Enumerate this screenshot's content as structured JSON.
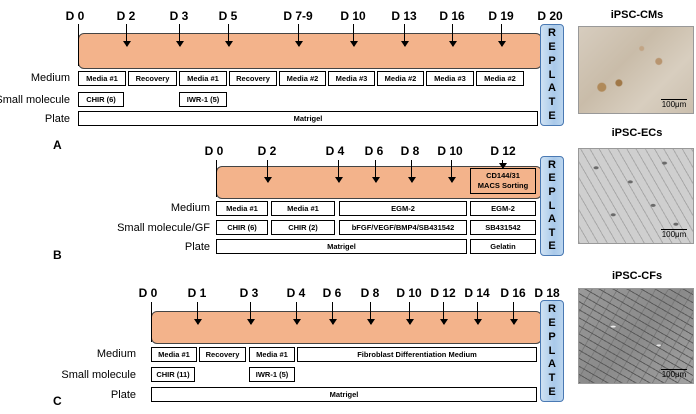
{
  "panels": [
    {
      "id": "A",
      "days": [
        "D 0",
        "D 2",
        "D 3",
        "D 5",
        "D 7-9",
        "D 10",
        "D 13",
        "D 16",
        "D 19",
        "D 20"
      ],
      "replate": [
        "R",
        "E",
        "P",
        "L",
        "A",
        "T",
        "E"
      ],
      "labels": [
        "Medium",
        "Small molecule",
        "Plate"
      ],
      "medium": [
        "Media #1",
        "Recovery",
        "Media #1",
        "Recovery",
        "Media #2",
        "Media #3",
        "Media #2",
        "Media #3",
        "Media #2"
      ],
      "small_molecule": [
        "CHIR (6)",
        "IWR-1 (5)"
      ],
      "plate": [
        "Matrigel"
      ],
      "image_title": "iPSC-CMs",
      "scale": "100μm"
    },
    {
      "id": "B",
      "days": [
        "D 0",
        "D 2",
        "D 4",
        "D 6",
        "D 8",
        "D 10",
        "D 12"
      ],
      "sorting": [
        "CD144/31",
        "MACS Sorting"
      ],
      "replate": [
        "R",
        "E",
        "P",
        "L",
        "A",
        "T",
        "E"
      ],
      "labels": [
        "Medium",
        "Small molecule/GF",
        "Plate"
      ],
      "medium": [
        "Media #1",
        "Media #1",
        "EGM-2",
        "EGM-2"
      ],
      "small_molecule": [
        "CHIR (6)",
        "CHIR (2)",
        "bFGF/VEGF/BMP4/SB431542",
        "SB431542"
      ],
      "plate": [
        "Matrigel",
        "Gelatin"
      ],
      "image_title": "iPSC-ECs",
      "scale": "100μm"
    },
    {
      "id": "C",
      "days": [
        "D 0",
        "D 1",
        "D 3",
        "D 4",
        "D 6",
        "D 8",
        "D 10",
        "D 12",
        "D 14",
        "D 16",
        "D 18"
      ],
      "replate": [
        "R",
        "E",
        "P",
        "L",
        "A",
        "T",
        "E"
      ],
      "labels": [
        "Medium",
        "Small molecule",
        "Plate"
      ],
      "medium": [
        "Media #1",
        "Recovery",
        "Media #1",
        "Fibroblast Differentiation Medium"
      ],
      "small_molecule": [
        "CHIR (11)",
        "IWR-1 (5)"
      ],
      "plate": [
        "Matrigel"
      ],
      "image_title": "iPSC-CFs",
      "scale": "100μm"
    }
  ],
  "colors": {
    "bar": "#f3b38b",
    "replate": "#a9c9ea"
  }
}
